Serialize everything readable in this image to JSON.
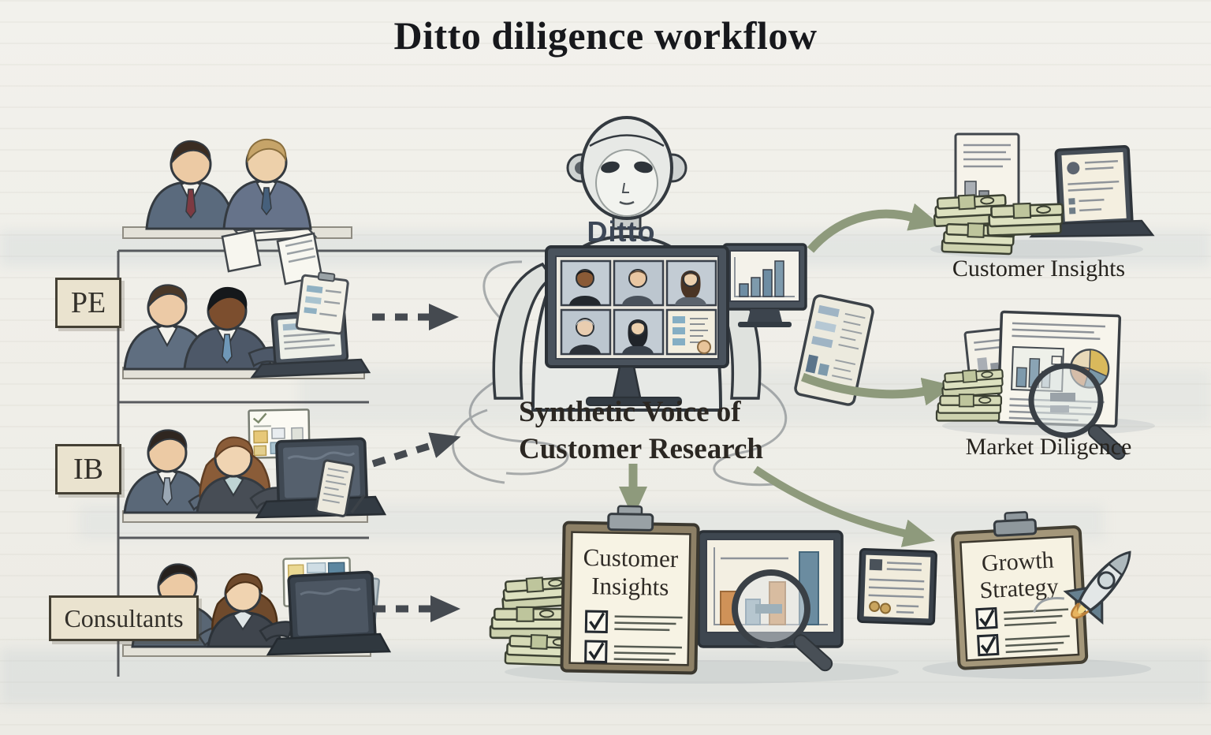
{
  "title": "Ditto diligence workflow",
  "palette": {
    "paper": "#f1f0ea",
    "ink_outline": "#343a40",
    "label_box_bg": "#eae3cf",
    "label_box_border": "#444034",
    "dashed_arrow": "#454a50",
    "green_arrow": "#8e9a7c",
    "robot_name_color": "#3d4756",
    "money_green": "#d5d9b6",
    "chart_orange": "#cf9258",
    "chart_blue": "#7e9aac"
  },
  "source_labels": [
    {
      "label": "PE"
    },
    {
      "label": "IB"
    },
    {
      "label": "Consultants"
    }
  ],
  "robot": {
    "name": "Ditto"
  },
  "caption": {
    "line1": "Synthetic Voice of",
    "line2": "Customer Research"
  },
  "outputs": {
    "customer_insights": "Customer Insights",
    "market_diligence": "Market Diligence",
    "growth_strategy": {
      "line1": "Growth",
      "line2": "Strategy"
    },
    "deliverable_clipboard": {
      "line1": "Customer",
      "line2": "Insights"
    }
  }
}
